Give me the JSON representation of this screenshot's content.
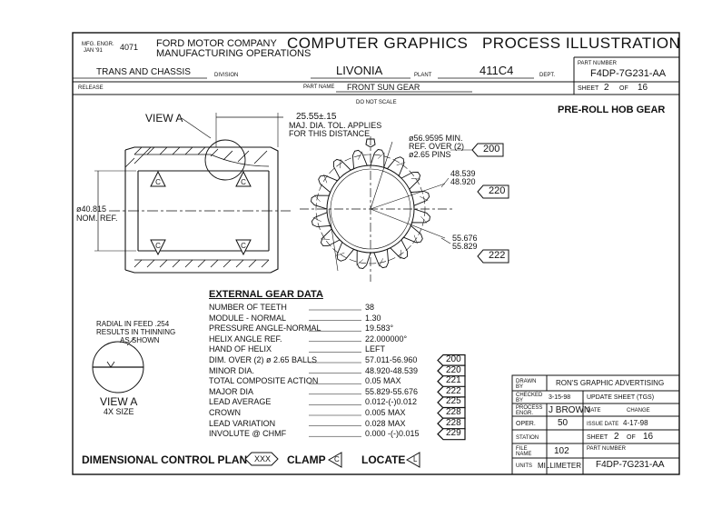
{
  "header": {
    "mfg_engr_label": "MFG. ENGR.",
    "mfg_engr_date": "JAN '91",
    "form_number": "4071",
    "company": "FORD MOTOR COMPANY",
    "company_sub": "MANUFACTURING OPERATIONS",
    "title": "COMPUTER GRAPHICS   PROCESS ILLUSTRATION",
    "division_value": "TRANS AND CHASSIS",
    "division_label": "DIVISION",
    "plant_value": "LIVONIA",
    "plant_label": "PLANT",
    "dept_value": "411C4",
    "dept_label": "DEPT.",
    "part_number_label": "PART NUMBER",
    "part_number": "F4DP-7G231-AA",
    "release_label": "RELEASE",
    "part_name_label": "PART NAME",
    "part_name": "FRONT SUN GEAR",
    "sheet_label": "SHEET",
    "sheet_num": "2",
    "sheet_of": "OF",
    "sheet_total": "16"
  },
  "drawing": {
    "do_not_scale": "DO NOT SCALE",
    "pre_roll_title": "PRE-ROLL HOB GEAR",
    "view_a_label": "VIEW A",
    "dim_25": "25.55±.15",
    "maj_dia_note_1": "MAJ. DIA. TOL. APPLIES",
    "maj_dia_note_2": "FOR THIS DISTANCE",
    "dia_40": "ø40.815",
    "nom_ref": "NOM. REF.",
    "pins_1": "ø56.9595 MIN.",
    "pins_2": "REF. OVER (2)",
    "pins_3": "ø2.65 PINS",
    "minor_1": "48.539",
    "minor_2": "48.920",
    "major_1": "55.676",
    "major_2": "55.829",
    "tag_200": "200",
    "tag_220": "220",
    "tag_222": "222",
    "c_symbol": "C"
  },
  "radial_note": {
    "line1": "RADIAL IN FEED .254",
    "line2": "RESULTS IN THINNING",
    "line3": "AS SHOWN",
    "view_label": "VIEW A",
    "scale": "4X SIZE"
  },
  "gear_data": {
    "title": "EXTERNAL GEAR DATA",
    "rows": [
      {
        "label": "NUMBER OF TEETH",
        "value": "38",
        "tag": ""
      },
      {
        "label": "MODULE - NORMAL",
        "value": "1.30",
        "tag": ""
      },
      {
        "label": "PRESSURE ANGLE-NORMAL",
        "value": "19.583°",
        "tag": ""
      },
      {
        "label": "HELIX ANGLE REF.",
        "value": "22.000000°",
        "tag": ""
      },
      {
        "label": "HAND OF HELIX",
        "value": "LEFT",
        "tag": ""
      },
      {
        "label": "DIM. OVER (2) ø 2.65 BALLS",
        "value": "57.011-56.960",
        "tag": "200"
      },
      {
        "label": "MINOR DIA.",
        "value": "48.920-48.539",
        "tag": "220"
      },
      {
        "label": "TOTAL COMPOSITE ACTION",
        "value": "0.05 MAX",
        "tag": "221"
      },
      {
        "label": "MAJOR DIA",
        "value": "55.829-55.676",
        "tag": "222"
      },
      {
        "label": "LEAD AVERAGE",
        "value": "0.012-(-)0.012",
        "tag": "225"
      },
      {
        "label": "CROWN",
        "value": "0.005 MAX",
        "tag": "228"
      },
      {
        "label": "LEAD VARIATION",
        "value": "0.028 MAX",
        "tag": "228"
      },
      {
        "label": "INVOLUTE @ CHMF",
        "value": "0.000 -(-)0.015",
        "tag": "229"
      }
    ]
  },
  "legend": {
    "dimensional": "DIMENSIONAL CONTROL PLAN",
    "dimensional_symbol": "XXX",
    "clamp": "CLAMP",
    "locate": "LOCATE",
    "clamp_symbol": "C",
    "locate_symbol": "L"
  },
  "title_block": {
    "drawn_by_label": "DRAWN BY",
    "drawn_by": "RON'S GRAPHIC ADVERTISING",
    "checked_by_label": "CHECKED BY",
    "update_date": "3-15-98",
    "update_note": "UPDATE SHEET (TGS)",
    "process_engr_label": "PROCESS ENGR.",
    "process_engr": "J BROWN",
    "date_label": "DATE",
    "change_label": "CHANGE",
    "oper_label": "OPER.",
    "oper": "50",
    "issue_date_label": "ISSUE DATE",
    "issue_date": "4-17-98",
    "station_label": "STATION",
    "sheet_label": "SHEET",
    "sheet_num": "2",
    "sheet_of": "OF",
    "sheet_total": "16",
    "file_name_label": "FILE NAME",
    "file_name": "102",
    "part_number_label": "PART NUMBER",
    "part_number": "F4DP-7G231-AA",
    "units_label": "UNITS",
    "units": "MILLIMETER"
  }
}
